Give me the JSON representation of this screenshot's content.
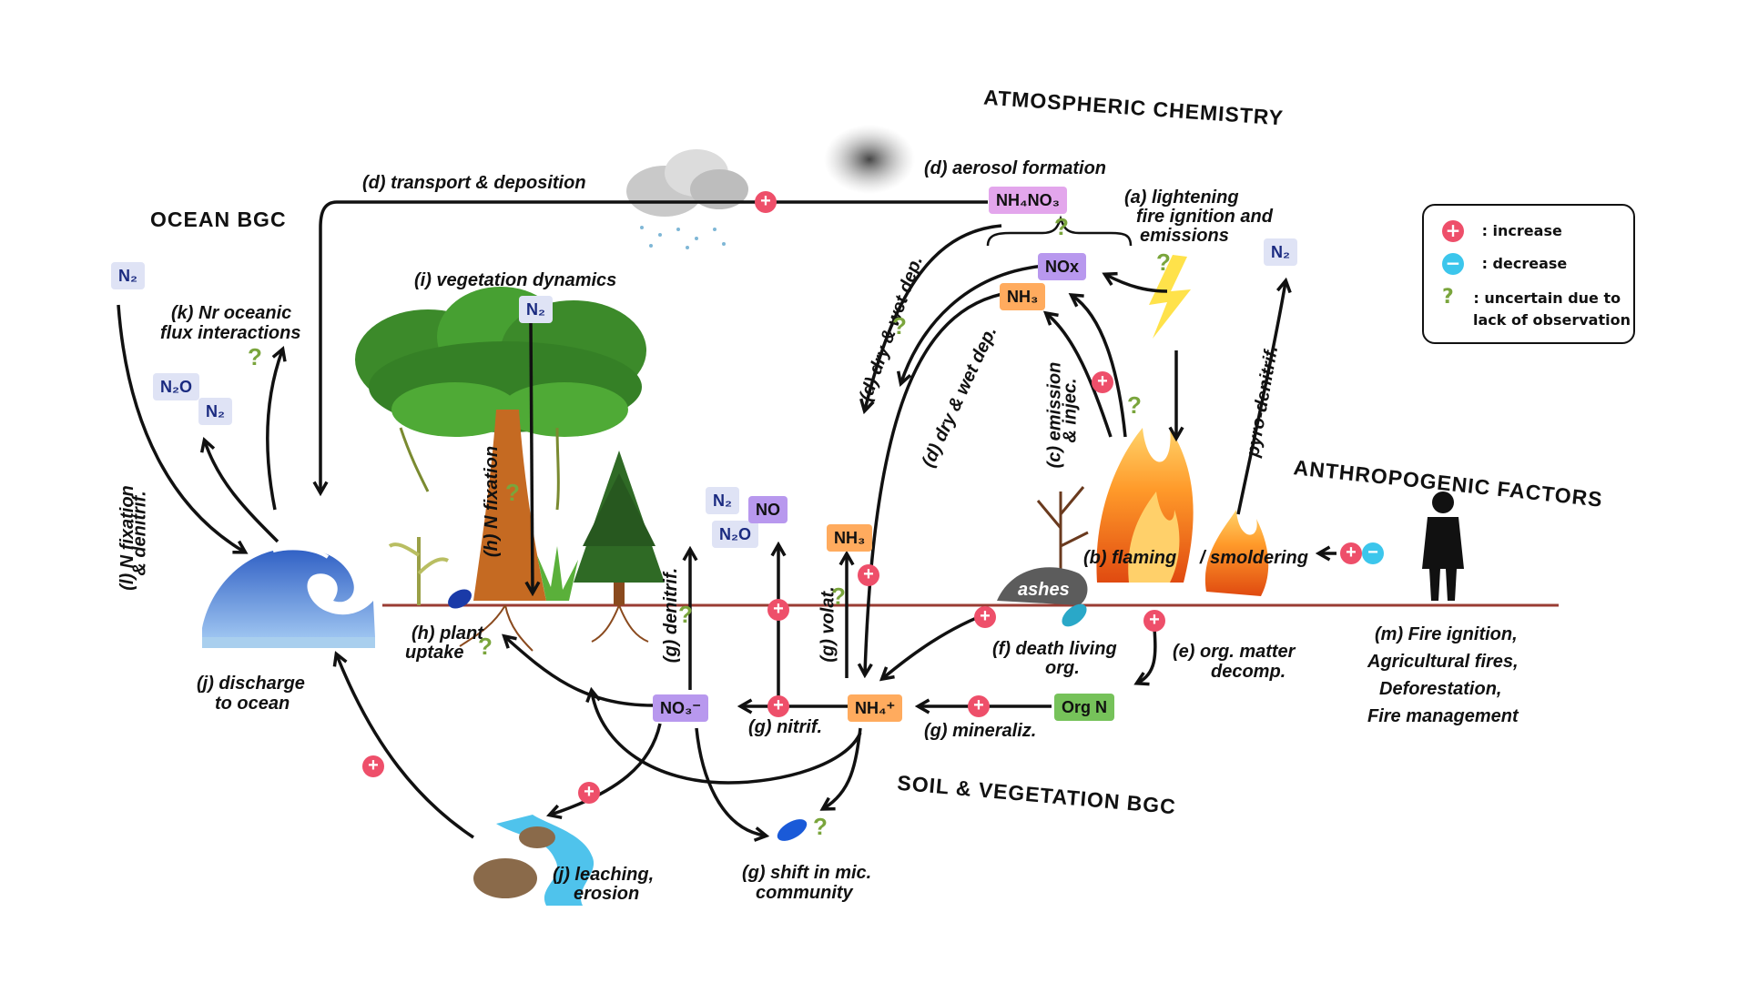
{
  "titles": {
    "atmospheric": "ATMOSPHERIC CHEMISTRY",
    "ocean": "OCEAN BGC",
    "anthropogenic": "ANTHROPOGENIC FACTORS",
    "soil": "SOIL & VEGETATION BGC"
  },
  "labels": {
    "transport": "(d) transport & deposition",
    "aerosol": "(d) aerosol formation",
    "lightening_1": "(a) lightening",
    "lightening_2": "fire ignition and",
    "lightening_3": "emissions",
    "vegetation": "(i) vegetation dynamics",
    "nr_oceanic_1": "(k) Nr oceanic",
    "nr_oceanic_2": "flux interactions",
    "n_fixation_denitrif_1": "(l) N fixation",
    "n_fixation_denitrif_2": "& denitrif.",
    "h_n_fixation": "(h) N fixation",
    "plant_uptake_1": "(h) plant",
    "plant_uptake_2": "uptake",
    "discharge_1": "(j) discharge",
    "discharge_2": "to ocean",
    "dry_wet_1": "(d) dry & wet dep.",
    "dry_wet_2": "(d) dry & wet dep.",
    "emission_1": "(c) emission",
    "emission_2": "& injec.",
    "pyro": "pyro-denitrif.",
    "flaming": "(b) flaming",
    "smoldering": "/ smoldering",
    "ashes": "ashes",
    "death_1": "(f) death living",
    "death_2": "org.",
    "org_matter_1": "(e) org. matter",
    "org_matter_2": "decomp.",
    "g_denitrif": "(g) denitrif.",
    "g_volat": "(g) volat.",
    "g_nitrif": "(g) nitrif.",
    "g_mineraliz": "(g) mineraliz.",
    "leaching_1": "(j) leaching,",
    "leaching_2": "erosion",
    "shift_1": "(g) shift in mic.",
    "shift_2": "community",
    "fire_1": "(m) Fire ignition,",
    "fire_2": "Agricultural fires,",
    "fire_3": "Deforestation,",
    "fire_4": "Fire management"
  },
  "chips": {
    "n2_ocean": "N₂",
    "n2o_ocean": "N₂O",
    "n2_ocean_b": "N₂",
    "n2_tree": "N₂",
    "nh4no3": "NH₄NO₃",
    "nox": "NOx",
    "nh3_atm": "NH₃",
    "n2_pyro": "N₂",
    "n2_soil": "N₂",
    "n2o_soil": "N₂O",
    "no_soil": "NO",
    "nh3_soil": "NH₃",
    "no3": "NO₃⁻",
    "nh4": "NH₄⁺",
    "orgn": "Org N"
  },
  "legend": {
    "increase_label": ": increase",
    "decrease_label": ": decrease",
    "uncertain_label_1": ": uncertain due to",
    "uncertain_label_2": "lack of observation",
    "plus_symbol": "+",
    "minus_symbol": "−",
    "question_symbol": "?"
  },
  "colors": {
    "increase": "#ee4f6a",
    "decrease": "#3cc6ec",
    "uncertain": "#7aa53c",
    "ground_line": "#9a3c33",
    "arrow": "#111111"
  }
}
